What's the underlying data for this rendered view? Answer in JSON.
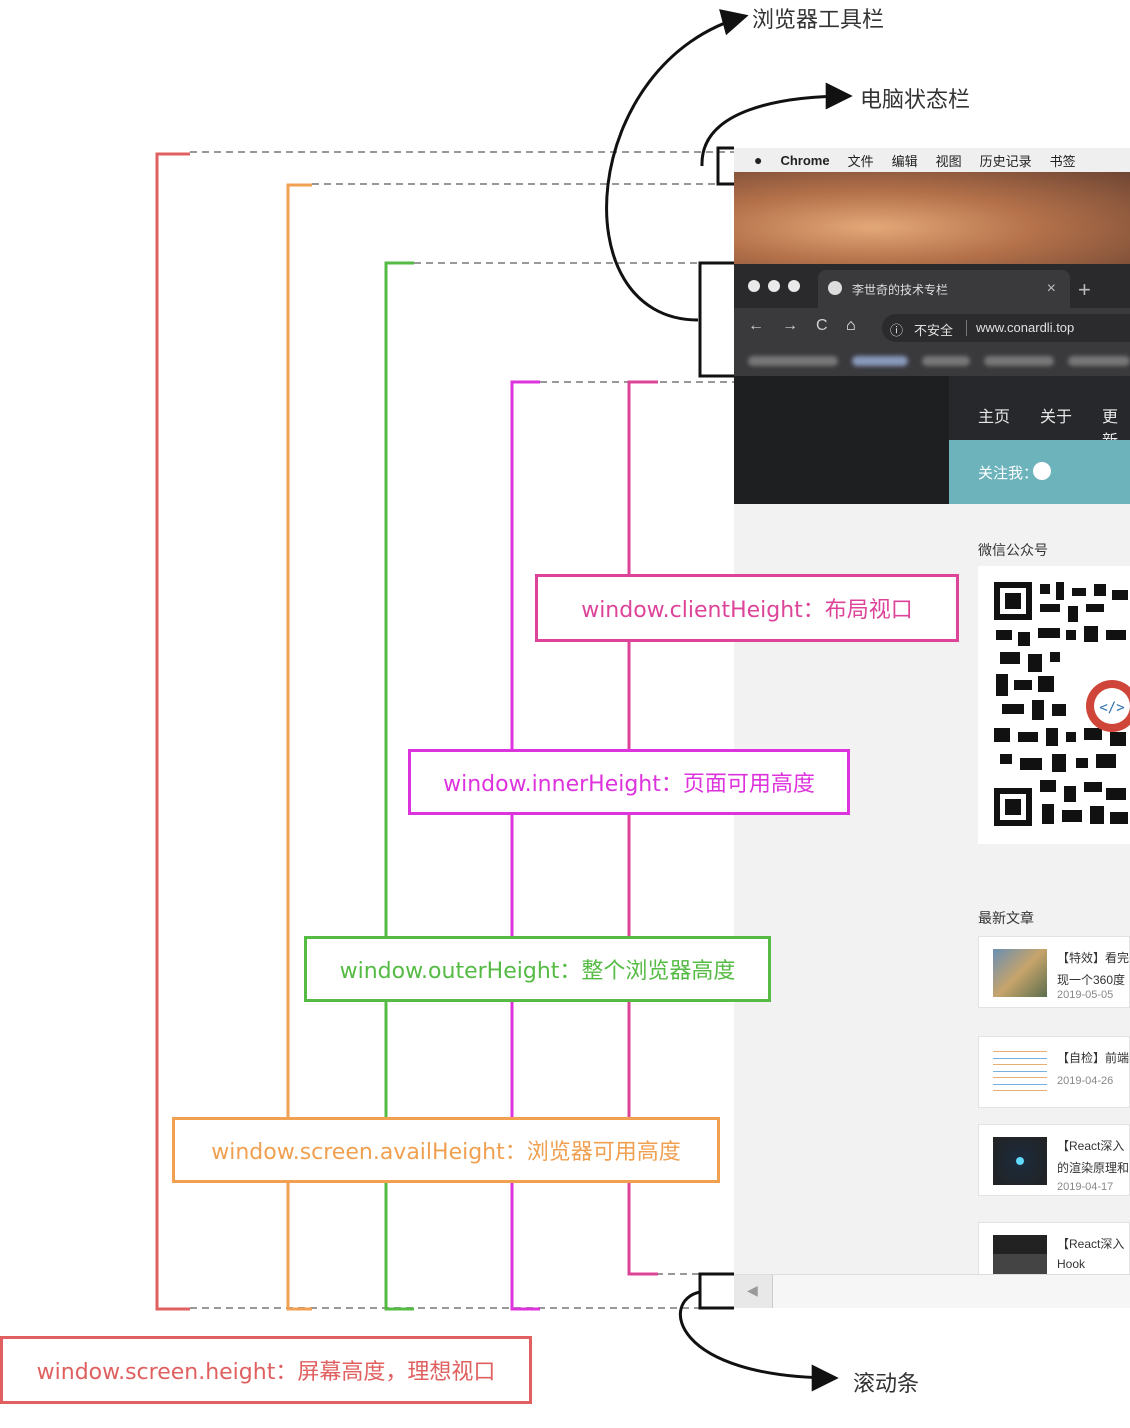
{
  "browser": {
    "menubar": {
      "apple": "",
      "app": "Chrome",
      "items": [
        "文件",
        "编辑",
        "视图",
        "历史记录",
        "书签"
      ]
    },
    "tab": {
      "title": "李世奇的技术专栏",
      "close": "×",
      "new_tab": "+"
    },
    "toolbar": {
      "back": "←",
      "forward": "→",
      "reload": "C",
      "home": "⌂",
      "info": "ⓘ",
      "insecure": "不安全",
      "url": "www.conardli.top"
    }
  },
  "page": {
    "nav": [
      "主页",
      "关于",
      "更新"
    ],
    "follow": "关注我：",
    "wechat_title": "微信公众号",
    "qr_badge": "</>",
    "latest_title": "最新文章",
    "articles": [
      {
        "line1": "【特效】看完",
        "line2": "现一个360度",
        "date": "2019-05-05"
      },
      {
        "line1": "【自检】前端",
        "line2": "",
        "date": "2019-04-26"
      },
      {
        "line1": "【React深入",
        "line2": "的渲染原理和",
        "date": "2019-04-17"
      },
      {
        "line1": "【React深入",
        "line2": "Hook",
        "date": ""
      }
    ]
  },
  "annotations": {
    "toolbar_label": "浏览器工具栏",
    "statusbar_label": "电脑状态栏",
    "scrollbar_label": "滚动条",
    "client_height": "window.clientHeight：布局视口",
    "inner_height": "window.innerHeight：页面可用高度",
    "outer_height": "window.outerHeight：整个浏览器高度",
    "avail_height": "window.screen.availHeight：浏览器可用高度",
    "screen_height": "window.screen.height：屏幕高度，理想视口"
  },
  "colors": {
    "screen_height": "#e06060",
    "avail_height": "#f0a050",
    "outer_height": "#55bb44",
    "inner_height": "#dd33dd",
    "client_height": "#dd4499",
    "dashes": "#999999"
  }
}
